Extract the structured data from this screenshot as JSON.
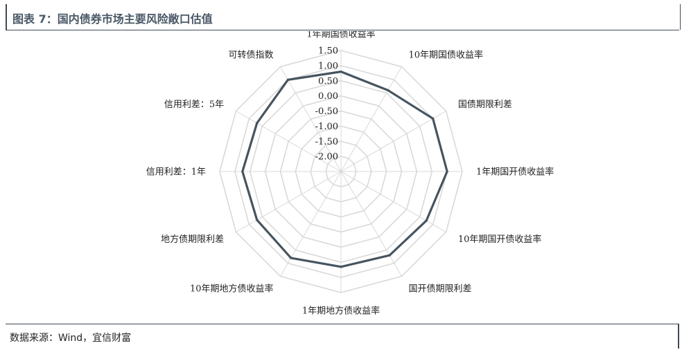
{
  "header": {
    "title": "图表 7：国内债券市场主要风险敞口估值"
  },
  "footer": {
    "source": "数据来源：Wind，宜信财富"
  },
  "chart_data": {
    "type": "radar",
    "title": "",
    "categories": [
      "1年期国债收益率",
      "10年期国债收益率",
      "国债期限利差",
      "1年期国开债收益率",
      "10年期国开债收益率",
      "国开债期限利差",
      "1年期地方债收益率",
      "10年期地方债收益率",
      "地方债期限利差",
      "信用利差：1年",
      "信用利差：5年",
      "可转债指数"
    ],
    "series": [
      {
        "values": [
          0.8,
          0.6,
          1.0,
          1.0,
          0.75,
          0.7,
          0.65,
          0.8,
          0.7,
          0.75,
          0.7,
          1.0
        ]
      }
    ],
    "rlim": [
      -2.5,
      1.5
    ],
    "ticks": [
      1.5,
      1.0,
      0.5,
      0.0,
      -0.5,
      -1.0,
      -1.5,
      -2.0
    ],
    "tick_labels": [
      "1.50",
      "1.00",
      "0.50",
      "0.00",
      "-0.50",
      "-1.00",
      "-1.50",
      "-2.00"
    ],
    "grid": true,
    "colors": {
      "series": "#46545f",
      "grid": "#d9d9d9"
    }
  }
}
